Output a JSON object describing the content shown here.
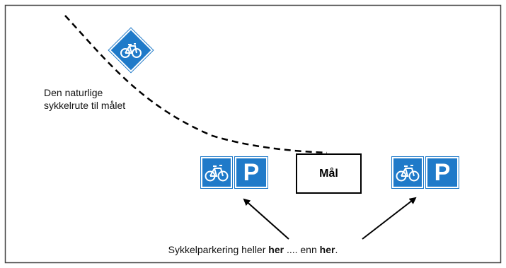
{
  "route_label": {
    "line1": "Den naturlige",
    "line2": "sykkelrute til målet"
  },
  "goal_label": "Mål",
  "parking_sign_letter": "P",
  "caption": {
    "part1": "Sykkelparkering heller ",
    "her1": "her",
    "part2": " .... enn ",
    "her2": "her",
    "part3": "."
  },
  "colors": {
    "sign_blue": "#1f7ac9",
    "frame": "#444444"
  },
  "icons": [
    "bicycle-icon",
    "parking-icon",
    "arrow-icon"
  ]
}
